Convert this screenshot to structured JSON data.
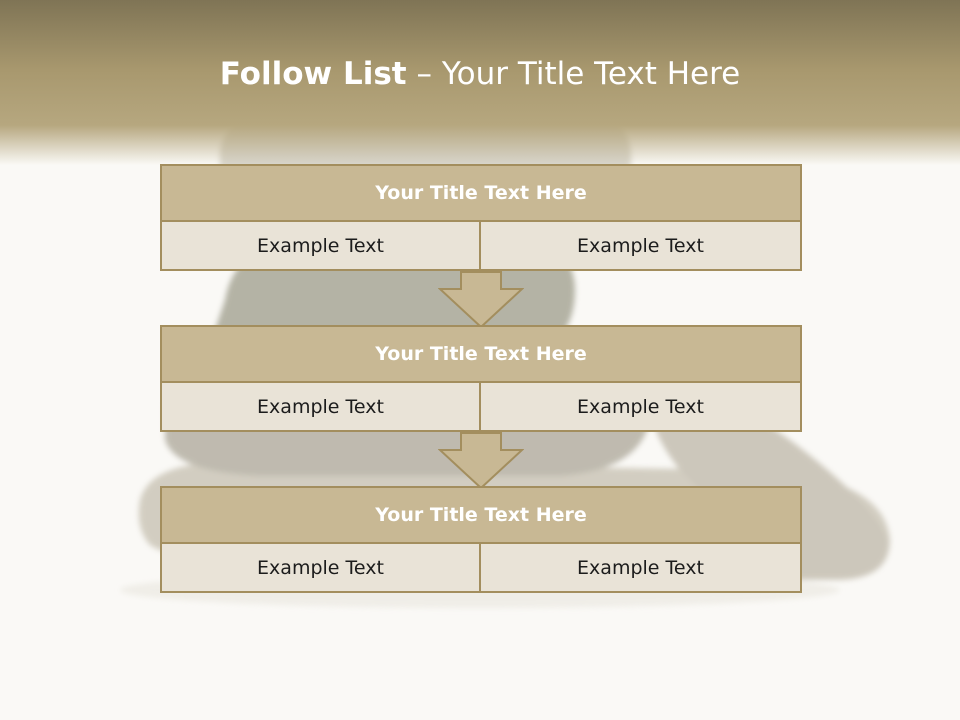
{
  "slide": {
    "title_bold": "Follow List",
    "title_rest": " – Your Title Text Here"
  },
  "steps": [
    {
      "title": "Your Title Text Here",
      "left": "Example Text",
      "right": "Example Text"
    },
    {
      "title": "Your Title Text Here",
      "left": "Example Text",
      "right": "Example Text"
    },
    {
      "title": "Your Title Text Here",
      "left": "Example Text",
      "right": "Example Text"
    }
  ],
  "colors": {
    "header_band": "#a8986e",
    "title_bar": "#c8b894",
    "cell_fill": "#e9e3d7",
    "border": "#a38e5e",
    "arrow_fill": "#c8b894"
  }
}
